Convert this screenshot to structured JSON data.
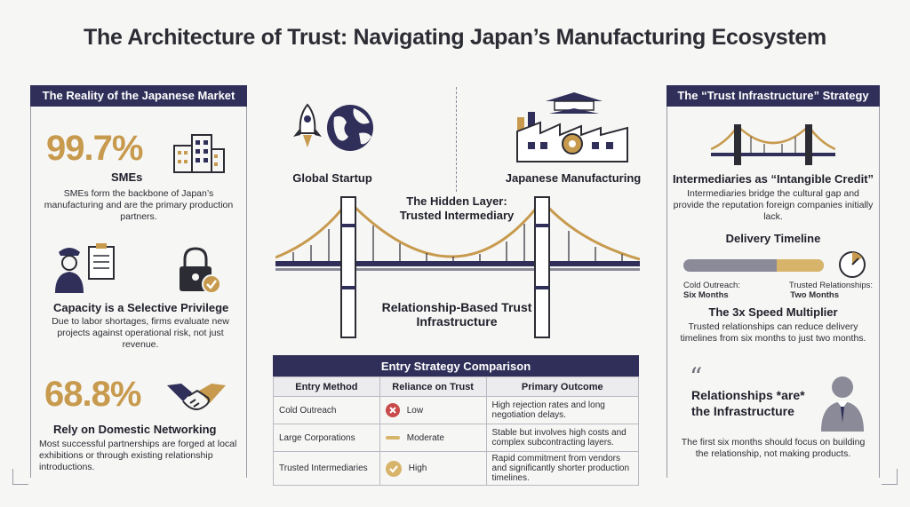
{
  "title": "The Architecture of Trust: Navigating Japan’s Manufacturing Ecosystem",
  "left": {
    "header": "The Reality of the Japanese Market",
    "stat1": {
      "value": "99.7%",
      "label": "SMEs",
      "text": "SMEs form the backbone of Japan’s manufacturing and are the primary production partners."
    },
    "capacity": {
      "title": "Capacity is a Selective Privilege",
      "text": "Due to labor shortages, firms evaluate new projects against operational risk, not just revenue."
    },
    "stat2": {
      "value": "68.8%",
      "label": "Rely on Domestic Networking",
      "text": "Most successful partnerships are forged at local exhibitions or through existing relationship introductions."
    }
  },
  "center": {
    "startup": "Global Startup",
    "manufacturing": "Japanese Manufacturing",
    "hidden_layer": "The Hidden Layer: Trusted Intermediary",
    "relationship": "Relationship-Based Trust Infrastructure",
    "table": {
      "title": "Entry Strategy Comparison",
      "headers": [
        "Entry Method",
        "Reliance on Trust",
        "Primary Outcome"
      ],
      "rows": [
        {
          "method": "Cold Outreach",
          "reliance": "Low",
          "outcome": "High rejection rates and long negotiation delays."
        },
        {
          "method": "Large Corporations",
          "reliance": "Moderate",
          "outcome": "Stable but involves high costs and complex subcontracting layers."
        },
        {
          "method": "Trusted Intermediaries",
          "reliance": "High",
          "outcome": "Rapid commitment from vendors and significantly shorter production timelines."
        }
      ]
    }
  },
  "right": {
    "header": "The “Trust Infrastructure” Strategy",
    "intermediaries": {
      "title": "Intermediaries as “Intangible Credit”",
      "text": "Intermediaries bridge the cultural gap and provide the reputation foreign companies initially lack."
    },
    "timeline": {
      "title": "Delivery Timeline",
      "cold_label": "Cold Outreach:",
      "cold_value": "Six Months",
      "trusted_label": "Trusted Relationships:",
      "trusted_value": "Two Months",
      "trusted_fraction": 0.333
    },
    "speed": {
      "title": "The 3x Speed Multiplier",
      "text": "Trusted relationships can reduce delivery timelines from six months to just two months."
    },
    "quote": {
      "title": "Relationships *are* the Infrastructure",
      "text": "The first six months should focus on building the relationship, not making products."
    }
  },
  "colors": {
    "navy": "#2f2f5a",
    "gold": "#c79a4e",
    "red": "#c94a4a",
    "gray": "#8a8a98"
  }
}
